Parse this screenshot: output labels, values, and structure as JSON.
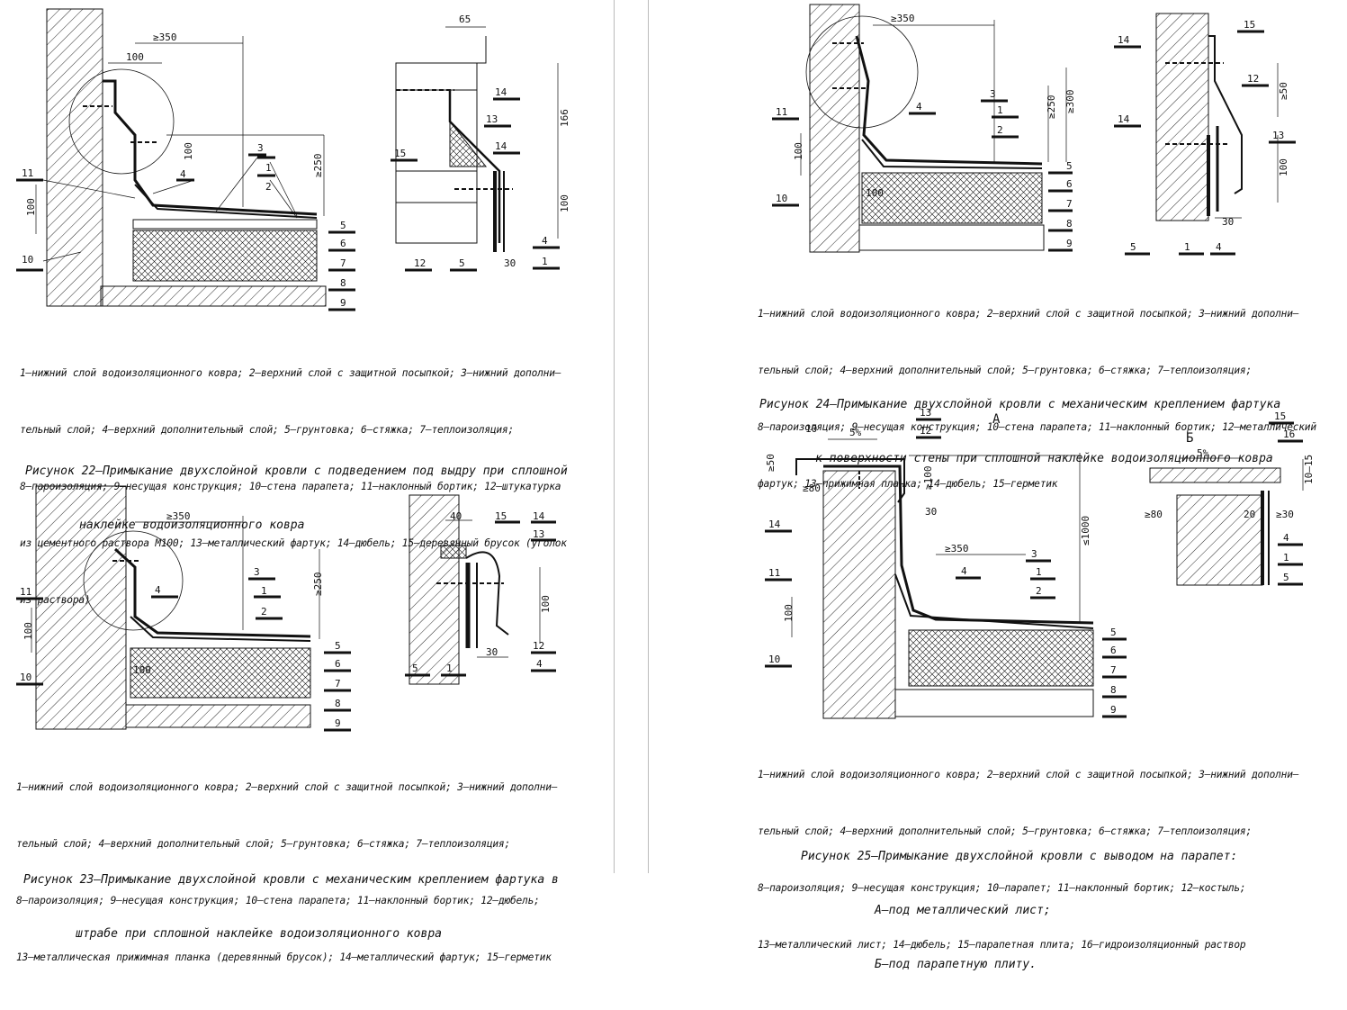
{
  "fig22": {
    "dims": {
      "d1": "≥350",
      "d2": "100",
      "d3": "100",
      "d4": "≥250",
      "d5": "100"
    },
    "detail_dims": {
      "d1": "65",
      "d2": "166",
      "d3": "100",
      "d4": "30"
    },
    "labels": [
      "1",
      "2",
      "3",
      "4",
      "5",
      "6",
      "7",
      "8",
      "9",
      "10",
      "11"
    ],
    "detail_labels": [
      "14",
      "13",
      "15",
      "14",
      "12",
      "5",
      "30",
      "4",
      "1"
    ],
    "legend": [
      "1–нижний слой водоизоляционного ковра; 2–верхний слой с защитной посыпкой; 3–нижний дополни–",
      "тельный слой; 4–верхний дополнительный слой; 5–грунтовка; 6–стяжка; 7–теплоизоляция;",
      "8–пароизоляция; 9–несущая конструкция; 10–стена парапета; 11–наклонный бортик; 12–штукатурка",
      "из цементного раствора М100; 13–металлический фартук; 14–дюбель; 15–деревянный брусок (уголок",
      "из раствора)"
    ],
    "caption": [
      "Рисунок 22–Примыкание двухслойной кровли с подведением под выдру при сплошной",
      "наклейке водоизоляционного ковра"
    ]
  },
  "fig23": {
    "dims": {
      "d1": "≥350",
      "d2": "≥250",
      "d3": "100",
      "d4": "100"
    },
    "detail_dims": {
      "d1": "40",
      "d2": "100",
      "d3": "30"
    },
    "labels": [
      "1",
      "2",
      "3",
      "4",
      "5",
      "6",
      "7",
      "8",
      "9",
      "10",
      "11"
    ],
    "detail_labels": [
      "15",
      "14",
      "13",
      "12",
      "5",
      "1",
      "4"
    ],
    "legend": [
      "1–нижний слой водоизоляционного ковра; 2–верхний слой с защитной посыпкой; 3–нижний дополни–",
      "тельный слой; 4–верхний дополнительный слой; 5–грунтовка; 6–стяжка; 7–теплоизоляция;",
      "8–пароизоляция; 9–несущая конструкция; 10–стена парапета; 11–наклонный бортик; 12–дюбель;",
      "13–металлическая прижимная планка (деревянный брусок); 14–металлический фартук; 15–герметик"
    ],
    "caption": [
      "Рисунок 23–Примыкание двухслойной кровли с механическим креплением фартука в",
      "штрабе при сплошной наклейке водоизоляционного ковра"
    ]
  },
  "fig24": {
    "dims": {
      "d1": "≥350",
      "d2": "≥250",
      "d3": "≥300",
      "d4": "100",
      "d5": "100"
    },
    "detail_dims": {
      "d1": "≥50",
      "d2": "100",
      "d3": "30"
    },
    "labels": [
      "1",
      "2",
      "3",
      "4",
      "5",
      "6",
      "7",
      "8",
      "9",
      "10",
      "11"
    ],
    "detail_labels": [
      "14",
      "15",
      "12",
      "14",
      "13",
      "5",
      "1",
      "4"
    ],
    "legend": [
      "1–нижний слой водоизоляционного ковра; 2–верхний слой с защитной посыпкой; 3–нижний дополни–",
      "тельный слой; 4–верхний дополнительный слой; 5–грунтовка; 6–стяжка; 7–теплоизоляция;",
      "8–пароизоляция; 9–несущая конструкция; 10–стена парапета; 11–наклонный бортик; 12–металлический",
      "фартук; 13–прижимная планка; 14–дюбель; 15–герметик"
    ],
    "caption": [
      "Рисунок 24–Примыкание двухслойной кровли с механическим креплением фартука",
      "к поверхности стены при сплошной наклейке водоизоляционного ковра"
    ]
  },
  "fig25": {
    "view_a": "А",
    "view_b": "Б",
    "dims": {
      "slope": "5%",
      "d10": "10",
      "d50": "≥50",
      "d80": "≥80",
      "d100": "≥100",
      "d30": "30",
      "d350": "≥350",
      "d1000": "≤1000",
      "d100b": "100"
    },
    "b_dims": {
      "slope": "5%",
      "d1015": "10–15",
      "d80": "≥80",
      "d20": "20",
      "d30": "≥30"
    },
    "labels": [
      "13",
      "12",
      "14",
      "11",
      "10",
      "4",
      "3",
      "1",
      "2",
      "5",
      "6",
      "7",
      "8",
      "9"
    ],
    "b_labels": [
      "15",
      "16",
      "4",
      "1",
      "5"
    ],
    "legend": [
      "1–нижний слой водоизоляционного ковра; 2–верхний слой с защитной посыпкой; 3–нижний дополни–",
      "тельный слой; 4–верхний дополнительный слой; 5–грунтовка; 6–стяжка; 7–теплоизоляция;",
      "8–пароизоляция; 9–несущая конструкция; 10–парапет; 11–наклонный бортик; 12–костыль;",
      "13–металлический лист; 14–дюбель; 15–парапетная плита; 16–гидроизоляционный раствор"
    ],
    "caption": [
      "Рисунок 25–Примыкание двухслойной кровли с выводом на парапет:",
      "А–под металлический лист;",
      "Б–под парапетную плиту."
    ]
  },
  "colors": {
    "ink": "#111111",
    "rule": "#bbbbbb"
  }
}
